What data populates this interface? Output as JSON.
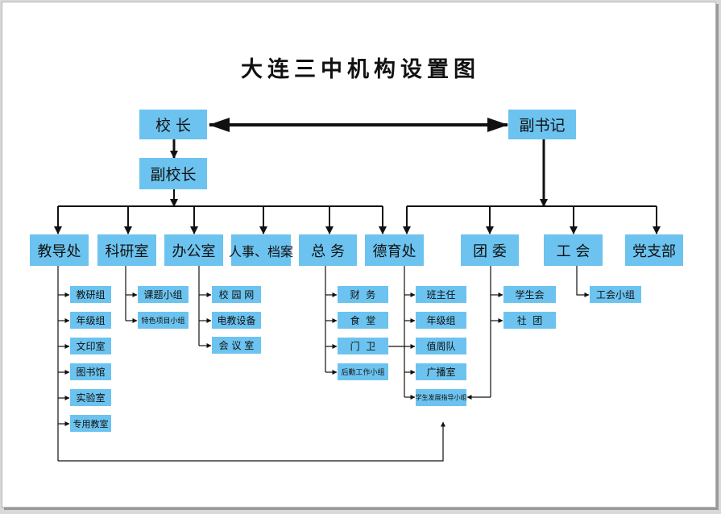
{
  "title": "大连三中机构设置图",
  "colors": {
    "box": "#6cc3ef",
    "line": "#111111"
  },
  "nodes": {
    "principal": "校 长",
    "vice_principal": "副校长",
    "deputy_secretary": "副书记",
    "teaching_office": "教导处",
    "research_office": "科研室",
    "admin_office": "办公室",
    "hr_archive": "人事、档案",
    "general_affairs": "总 务",
    "moral_education": "德育处",
    "youth_league": "团 委",
    "union": "工 会",
    "party_branch": "党支部"
  },
  "sub": {
    "teaching": [
      "教研组",
      "年级组",
      "文印室",
      "图书馆",
      "实验室",
      "专用教室"
    ],
    "research": [
      "课题小组",
      "特色项目小组"
    ],
    "admin": [
      "校 园 网",
      "电教设备",
      "会 议 室"
    ],
    "general": [
      "财  务",
      "食  堂",
      "门  卫",
      "后勤工作小组"
    ],
    "moral": [
      "班主任",
      "年级组",
      "值周队",
      "广播室",
      "学生发展指导小组"
    ],
    "league": [
      "学生会",
      "社  团"
    ],
    "union": [
      "工会小组"
    ]
  }
}
